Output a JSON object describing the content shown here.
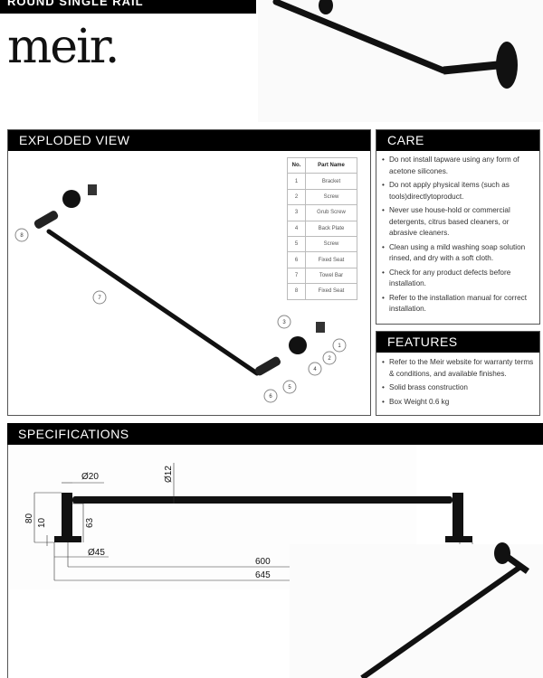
{
  "header": {
    "title": "ROUND SINGLE RAIL"
  },
  "brand": {
    "logo_text": "meir."
  },
  "exploded": {
    "title": "EXPLODED VIEW",
    "table": {
      "headers": [
        "No.",
        "Part Name"
      ],
      "rows": [
        [
          "1",
          "Bracket"
        ],
        [
          "2",
          "Screw"
        ],
        [
          "3",
          "Grub Screw"
        ],
        [
          "4",
          "Back Plate"
        ],
        [
          "5",
          "Screw"
        ],
        [
          "6",
          "Fixed Seat"
        ],
        [
          "7",
          "Towel Bar"
        ],
        [
          "8",
          "Fixed Seat"
        ]
      ]
    },
    "callouts": [
      "1",
      "2",
      "3",
      "4",
      "5",
      "6",
      "7",
      "8"
    ]
  },
  "care": {
    "title": "CARE",
    "items": [
      "Do not install tapware using any form of acetone silicones.",
      "Do not apply physical items (such as tools)directlytoproduct.",
      "Never use house-hold or commercial detergents, citrus based cleaners, or abrasive cleaners.",
      "Clean using a mild washing soap solution rinsed, and dry with a soft cloth.",
      "Check for any product defects before installation.",
      "Refer to the installation manual for correct installation."
    ]
  },
  "features": {
    "title": "FEATURES",
    "items": [
      "Refer to the Meir website for warranty terms & conditions, and available finishes.",
      "Solid brass construction",
      "Box Weight 0.6 kg"
    ]
  },
  "specs": {
    "title": "SPECIFICATIONS",
    "dims": {
      "d20": "Ø20",
      "d12": "Ø12",
      "h80": "80",
      "h10": "10",
      "h63": "63",
      "d45": "Ø45",
      "w600": "600",
      "w645": "645"
    }
  }
}
